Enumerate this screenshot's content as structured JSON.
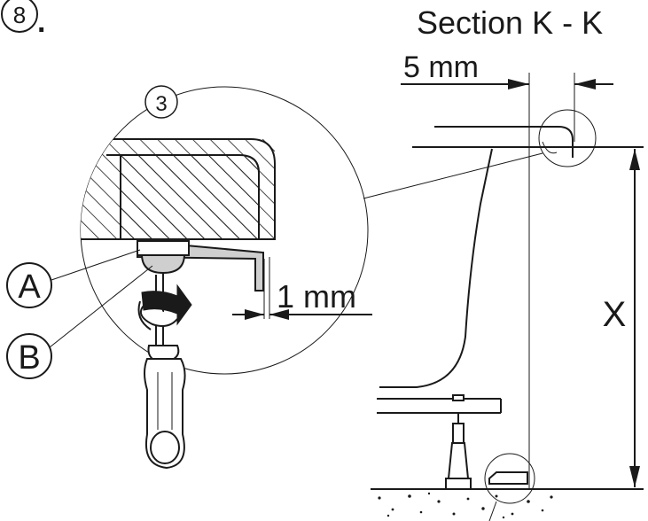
{
  "step_number": "8",
  "step_dot": ".",
  "section_title": "Section K - K",
  "dim_gap_top": "5 mm",
  "dim_gap_bottom": "1 mm",
  "detail_callout": "3",
  "label_a": "A",
  "label_b": "B",
  "label_x": "X"
}
